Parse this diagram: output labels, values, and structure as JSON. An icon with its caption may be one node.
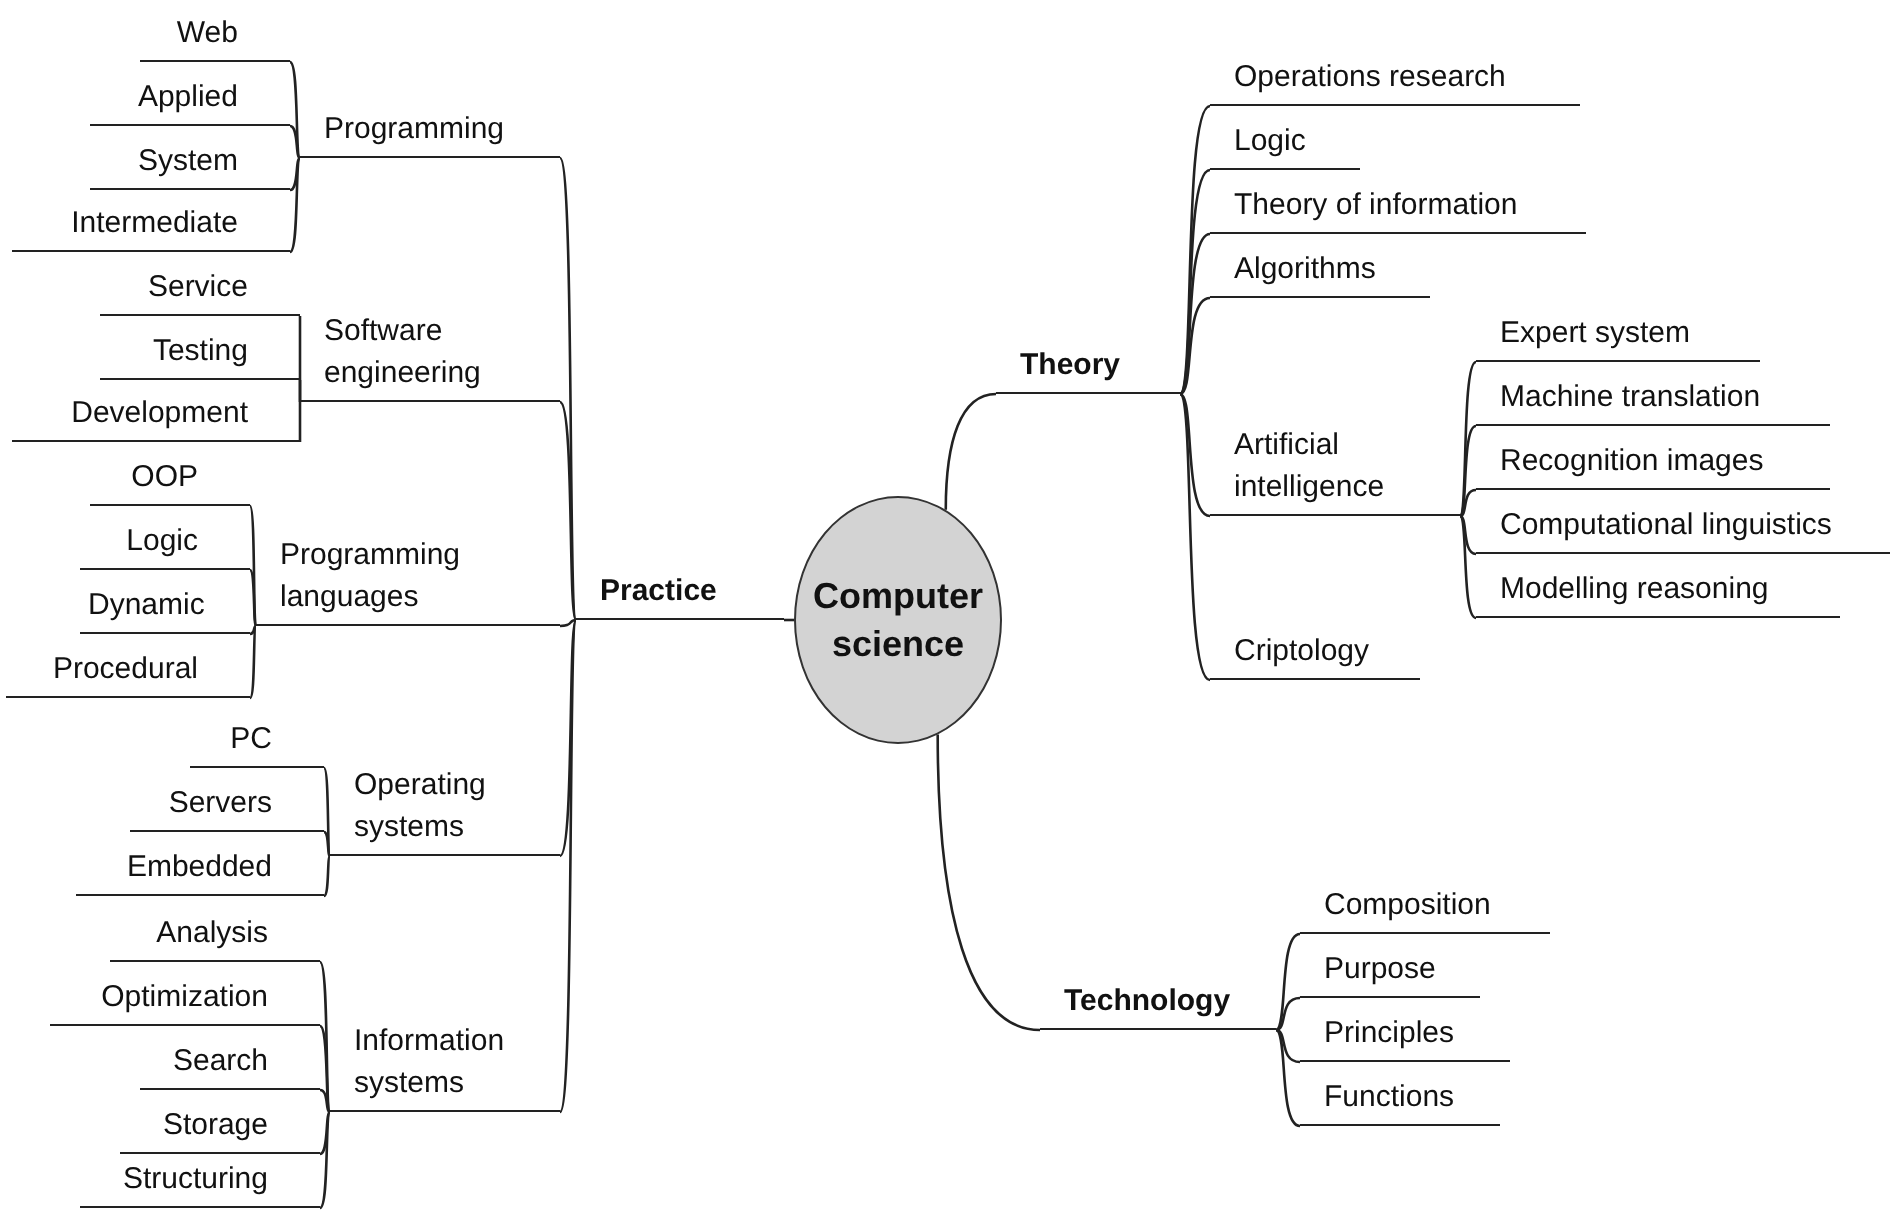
{
  "diagram": {
    "nodes": [
      {
        "text": [
          "Computer science"
        ]
      },
      {
        "text": [
          "Theory"
        ]
      },
      {
        "text": [
          "Operations research"
        ]
      },
      {
        "text": [
          "Logic"
        ]
      },
      {
        "text": [
          "Theory of information"
        ]
      },
      {
        "text": [
          "Algorithms"
        ]
      },
      {
        "text": [
          "Artificial intelligence"
        ]
      },
      {
        "text": [
          "Criptology"
        ]
      },
      {
        "text": [
          "Expert system"
        ]
      },
      {
        "text": [
          "Machine translation"
        ]
      },
      {
        "text": [
          "Recognition images"
        ]
      },
      {
        "text": [
          "Computational linguistics"
        ]
      },
      {
        "text": [
          "Modelling reasoning"
        ]
      },
      {
        "text": [
          "Technology"
        ]
      },
      {
        "text": [
          "Composition"
        ]
      },
      {
        "text": [
          "Purpose"
        ]
      },
      {
        "text": [
          "Principles"
        ]
      },
      {
        "text": [
          "Functions"
        ]
      },
      {
        "text": [
          "Practice"
        ]
      },
      {
        "text": [
          "Programming"
        ]
      },
      {
        "text": [
          "Web"
        ]
      },
      {
        "text": [
          "Applied"
        ]
      },
      {
        "text": [
          "System"
        ]
      },
      {
        "text": [
          "Intermediate"
        ]
      },
      {
        "text": [
          "Software engineering"
        ]
      },
      {
        "text": [
          "Service"
        ]
      },
      {
        "text": [
          "Testing"
        ]
      },
      {
        "text": [
          "Development"
        ]
      },
      {
        "text": [
          "Programming languages"
        ]
      },
      {
        "text": [
          "OOP"
        ]
      },
      {
        "text": [
          "Logic"
        ]
      },
      {
        "text": [
          "Dynamic"
        ]
      },
      {
        "text": [
          "Procedural"
        ]
      },
      {
        "text": [
          "Operating systems"
        ]
      },
      {
        "text": [
          "PC"
        ]
      },
      {
        "text": [
          "Servers"
        ]
      },
      {
        "text": [
          "Embedded"
        ]
      },
      {
        "text": [
          "Information systems"
        ]
      },
      {
        "text": [
          "Analysis"
        ]
      },
      {
        "text": [
          "Optimization"
        ]
      },
      {
        "text": [
          "Search"
        ]
      },
      {
        "text": [
          "Storage"
        ]
      },
      {
        "text": [
          "Structuring"
        ]
      }
    ],
    "edges": [
      {
        "from": 0,
        "to": 1,
        "arrow": "none"
      },
      {
        "from": 1,
        "to": 2,
        "arrow": "none"
      },
      {
        "from": 1,
        "to": 3,
        "arrow": "none"
      },
      {
        "from": 1,
        "to": 4,
        "arrow": "none"
      },
      {
        "from": 1,
        "to": 5,
        "arrow": "none"
      },
      {
        "from": 1,
        "to": 6,
        "arrow": "none"
      },
      {
        "from": 1,
        "to": 7,
        "arrow": "none"
      },
      {
        "from": 6,
        "to": 8,
        "arrow": "none"
      },
      {
        "from": 6,
        "to": 9,
        "arrow": "none"
      },
      {
        "from": 6,
        "to": 10,
        "arrow": "none"
      },
      {
        "from": 6,
        "to": 11,
        "arrow": "none"
      },
      {
        "from": 6,
        "to": 12,
        "arrow": "none"
      },
      {
        "from": 0,
        "to": 13,
        "arrow": "none"
      },
      {
        "from": 13,
        "to": 14,
        "arrow": "none"
      },
      {
        "from": 13,
        "to": 15,
        "arrow": "none"
      },
      {
        "from": 13,
        "to": 16,
        "arrow": "none"
      },
      {
        "from": 13,
        "to": 17,
        "arrow": "none"
      },
      {
        "from": 0,
        "to": 18,
        "arrow": "none"
      },
      {
        "from": 18,
        "to": 19,
        "arrow": "none"
      },
      {
        "from": 19,
        "to": 20,
        "arrow": "none"
      },
      {
        "from": 19,
        "to": 21,
        "arrow": "none"
      },
      {
        "from": 19,
        "to": 22,
        "arrow": "none"
      },
      {
        "from": 19,
        "to": 23,
        "arrow": "none"
      },
      {
        "from": 18,
        "to": 24,
        "arrow": "none"
      },
      {
        "from": 24,
        "to": 25,
        "arrow": "none"
      },
      {
        "from": 24,
        "to": 26,
        "arrow": "none"
      },
      {
        "from": 24,
        "to": 27,
        "arrow": "none"
      },
      {
        "from": 18,
        "to": 28,
        "arrow": "none"
      },
      {
        "from": 28,
        "to": 29,
        "arrow": "none"
      },
      {
        "from": 28,
        "to": 30,
        "arrow": "none"
      },
      {
        "from": 28,
        "to": 31,
        "arrow": "none"
      },
      {
        "from": 28,
        "to": 32,
        "arrow": "none"
      },
      {
        "from": 18,
        "to": 33,
        "arrow": "none"
      },
      {
        "from": 33,
        "to": 34,
        "arrow": "none"
      },
      {
        "from": 33,
        "to": 35,
        "arrow": "none"
      },
      {
        "from": 33,
        "to": 36,
        "arrow": "none"
      },
      {
        "from": 18,
        "to": 37,
        "arrow": "none"
      },
      {
        "from": 37,
        "to": 38,
        "arrow": "none"
      },
      {
        "from": 37,
        "to": 39,
        "arrow": "none"
      },
      {
        "from": 37,
        "to": 40,
        "arrow": "none"
      },
      {
        "from": 37,
        "to": 41,
        "arrow": "none"
      },
      {
        "from": 37,
        "to": 42,
        "arrow": "none"
      }
    ]
  }
}
